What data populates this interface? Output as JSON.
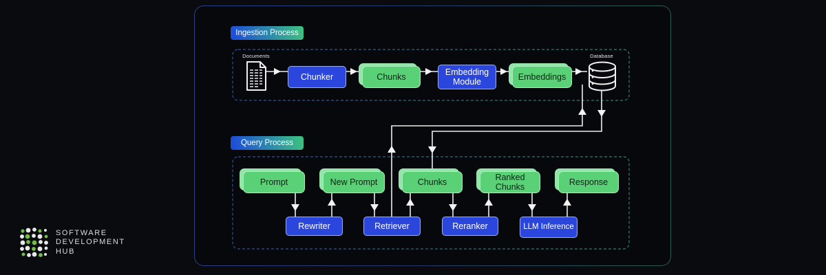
{
  "logo": {
    "name": "Software Development Hub",
    "lines": [
      "SOFTWARE",
      "DEVELOPMENT",
      "HUB"
    ]
  },
  "ingestion": {
    "title": "Ingestion Process",
    "source_label": "Documents",
    "sink_label": "Database",
    "steps": [
      {
        "label": "Chunker",
        "type": "blue"
      },
      {
        "label": "Chunks",
        "type": "green"
      },
      {
        "label": "Embedding Module",
        "type": "blue"
      },
      {
        "label": "Embeddings",
        "type": "green"
      }
    ]
  },
  "query": {
    "title": "Query Process",
    "artifacts": [
      {
        "label": "Prompt"
      },
      {
        "label": "New Prompt"
      },
      {
        "label": "Chunks"
      },
      {
        "label": "Ranked Chunks"
      },
      {
        "label": "Response"
      }
    ],
    "components": [
      {
        "label": "Rewriter"
      },
      {
        "label": "Retriever"
      },
      {
        "label": "Reranker"
      },
      {
        "label": "LLM Inference"
      }
    ]
  },
  "colors": {
    "background": "#0a0b0f",
    "panel_background": "#07080c",
    "node_blue": "#2a46dc",
    "node_green": "#5ad077",
    "node_green_shadow": "#95e4a9",
    "label_gradient_start": "#1d4fd8",
    "label_gradient_end": "#3ec47f",
    "dashed_border_start": "#2b4fa0",
    "dashed_border_end": "#2f8066",
    "connector": "#ededed",
    "logo_green": "#6fbf44",
    "logo_white": "#e9e9e9"
  }
}
